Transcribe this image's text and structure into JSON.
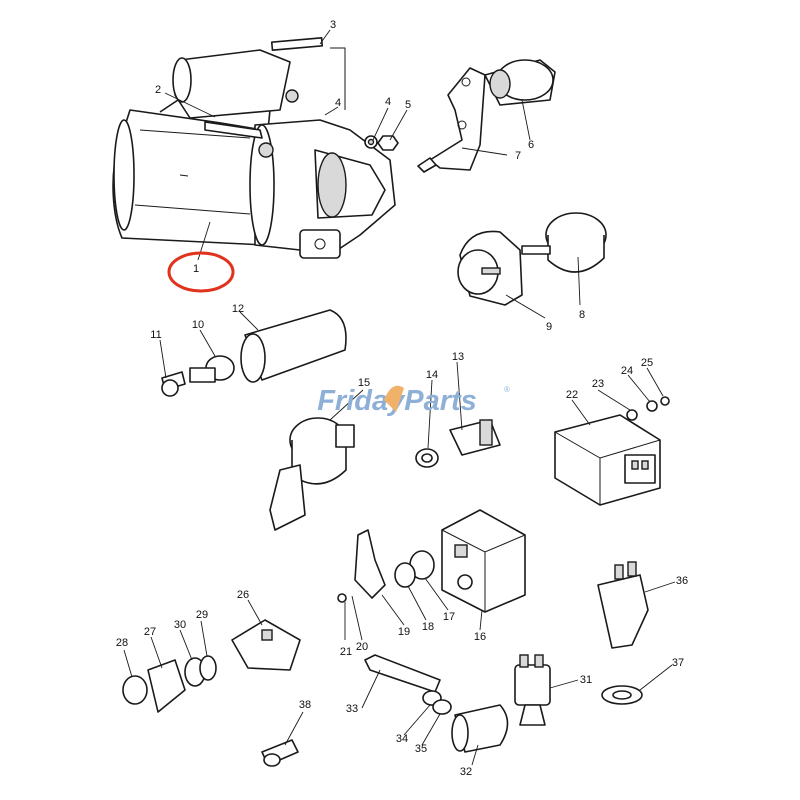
{
  "watermark": {
    "brand_part1": "Friday",
    "brand_part2": "Parts",
    "registered": "®",
    "color_main": "#8fb0d6",
    "color_accent": "#f0b26b"
  },
  "highlight": {
    "color": "#e0321c",
    "target": "1"
  },
  "parts": [
    "1",
    "2",
    "3",
    "4",
    "5",
    "6",
    "7",
    "8",
    "9",
    "10",
    "11",
    "12",
    "13",
    "14",
    "15",
    "16",
    "17",
    "18",
    "19",
    "20",
    "21",
    "22",
    "23",
    "24",
    "25",
    "26",
    "27",
    "28",
    "29",
    "30",
    "31",
    "32",
    "33",
    "34",
    "35",
    "36",
    "37",
    "38"
  ]
}
